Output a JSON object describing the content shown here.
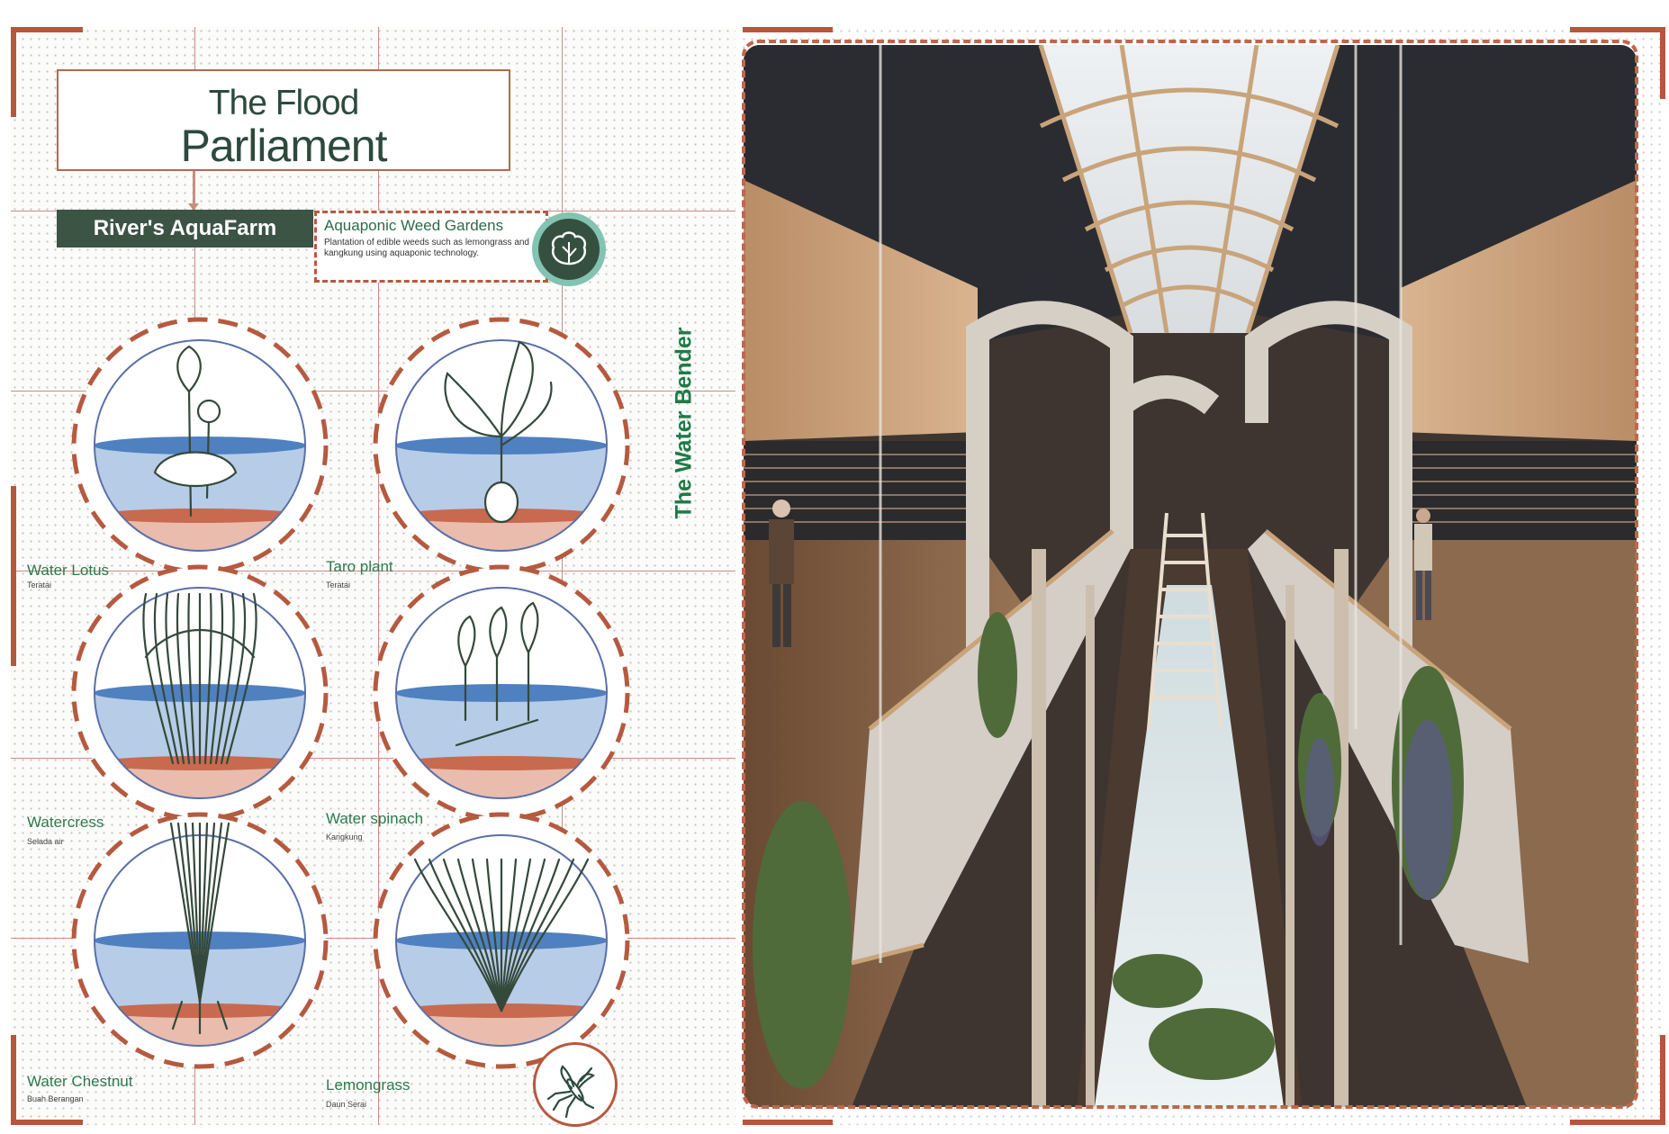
{
  "title": {
    "line1": "The Flood",
    "line2": "Parliament"
  },
  "section_label": "River's AquaFarm",
  "aquaponic": {
    "title": "Aquaponic Weed Gardens",
    "description": "Plantation of edible weeds such as lemongrass and kangkung using aquaponic technology.",
    "icon": "lettuce-icon"
  },
  "side_title": "The Water Bender",
  "plants": [
    {
      "name": "Water Lotus",
      "local": "Teratai",
      "icon": "lotus-icon"
    },
    {
      "name": "Taro plant",
      "local": "Teratai",
      "icon": "taro-icon"
    },
    {
      "name": "Watercress",
      "local": "Selada air",
      "icon": "watercress-icon"
    },
    {
      "name": "Water spinach",
      "local": "Kangkung",
      "icon": "water-spinach-icon"
    },
    {
      "name": "Water Chestnut",
      "local": "Buah Berangan",
      "icon": "water-chestnut-icon"
    },
    {
      "name": "Lemongrass",
      "local": "Daun Serai",
      "icon": "lemongrass-icon"
    }
  ],
  "mosquito_icon": "mosquito-icon",
  "render_image": "interior-atrium-render",
  "colors": {
    "accent": "#b55a3f",
    "green_dark": "#3c5444",
    "green_text": "#2d7a4d",
    "water_blue": "#b7cce6",
    "water_line": "#4f80c0",
    "soil": "#e9bcae"
  }
}
